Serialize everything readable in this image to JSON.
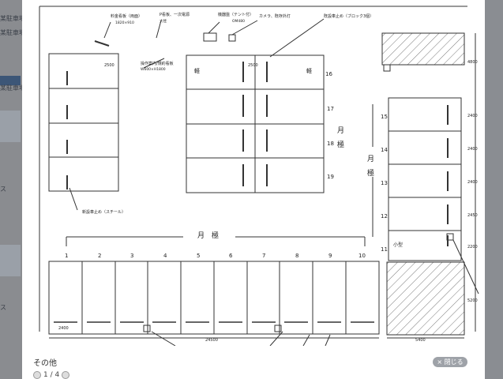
{
  "background": {
    "left_texts": [
      "某駐車場",
      "某駐車場",
      "某駐車場"
    ],
    "mid_texts": [
      "ス",
      "ス"
    ]
  },
  "diagram": {
    "labels": {
      "sign_guide": "料金看板（両面）",
      "sign_guide_size": "1820×910",
      "p_sign": "P看板、一次電源",
      "p_sign_sub": "大径",
      "meter": "機器盤（テント付）",
      "meter_sub": "OM480",
      "camera": "カメラ、既存外灯",
      "stop_block": "既設車止め（ブロック3個）",
      "operation_sign": "操作案内/規約看板",
      "operation_sign_sub": "W600×H1800",
      "steel_stop": "新設車止め（スチール）",
      "monthly_top": "月　極",
      "monthly_right": "月　極",
      "monthly_center": "月　極",
      "compact": "小型"
    },
    "bottom_numbers": [
      "1",
      "2",
      "3",
      "4",
      "5",
      "6",
      "7",
      "8",
      "9",
      "10"
    ],
    "center_numbers": [
      "16",
      "17",
      "18",
      "19"
    ],
    "right_numbers": [
      "15",
      "14",
      "13",
      "12",
      "11"
    ],
    "top_marks": [
      "軽",
      "軽"
    ],
    "dims": {
      "left_top": "2500",
      "center_top": "2500",
      "bottom_left": "2400",
      "bottom_total": "24500",
      "bottom_right": "5400",
      "right_top": "4800",
      "right_1": "2400",
      "right_2": "2400",
      "right_3": "2400",
      "right_4": "2450",
      "right_5": "2200",
      "right_6": "5200"
    }
  },
  "caption": "その他",
  "close_label": "× 閉じる",
  "pager": "1 / 4"
}
